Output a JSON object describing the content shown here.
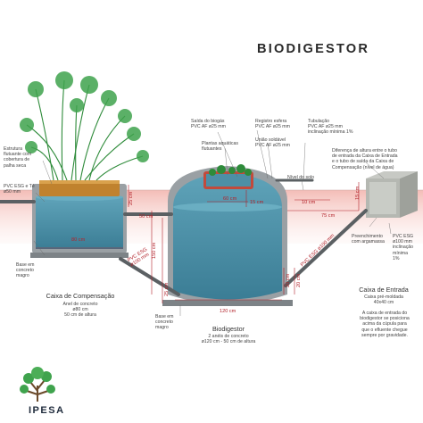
{
  "title": "BIODIGESTOR",
  "logo": {
    "text": "IPESA"
  },
  "left_tank": {
    "labels": {
      "estrutura": "Estrutura\nflutuante com\ncobertura de\npalha seca",
      "pvc_left": "PVC ESG e Tê\nø50 mm",
      "base": "Base em\nconcreto\nmagro"
    },
    "heading": "Caixa de Compensação",
    "sub": "Anel de concreto\nø80 cm\n50 cm de altura"
  },
  "center_tank": {
    "labels": {
      "saida": "Saída do biogás\nPVC AF ø25 mm",
      "registro": "Registro esfera\nPVC AF ø25 mm",
      "plantas": "Plantas aquáticas\nflutuantes",
      "uniao": "União soldável\nPVC AF ø25 mm",
      "tubulacao": "Tubulação\nPVC AF ø25 mm\ninclinação mínima 1%",
      "nivel": "Nível do solo",
      "base": "Base em\nconcreto\nmagro"
    },
    "heading": "Biodigestor",
    "sub": "2 anéis de concreto\nø120 cm - 50 cm de altura"
  },
  "right_box": {
    "labels": {
      "diferenca": "Diferença de altura entre o tubo\nde entrada da Caixa de Entrada\ne o tubo de saída da Caixa de\nCompensação (nível de água)",
      "preenchimento": "Preenchimento\ncom argamassa",
      "pvc_right": "PVC ESG\nø100 mm\ninclinação\nmínima\n1%"
    },
    "heading": "Caixa de Entrada",
    "sub": "Caixa pré-moldada\n40x40 cm",
    "desc": "A caixa de entrada do\nbiodigestor se posiciona\nacima da cúpula para\nque o efluente chegue\nsempre por gravidade."
  },
  "dimensions": {
    "d25_left": "25 cm",
    "d50": "50 cm",
    "d80": "80 cm",
    "d150": "150 cm",
    "pipe_diag_left": "PVC ESG\nø100 mm",
    "d60": "60 cm",
    "d15_center": "15 cm",
    "d25_center": "25 cm",
    "d10": "10 cm",
    "d75": "75 cm",
    "d15_right": "15 cm",
    "d20a": "20 cm",
    "d20b": "20 cm",
    "d120": "120 cm",
    "pipe_diag_right": "PVC ESG ø100 mm"
  },
  "colors": {
    "water": "#4d8fa6",
    "water_dark": "#2f6b82",
    "concrete": "#9aa0a4",
    "soil": "#f4c9c4",
    "dim_red": "#b2222a",
    "plant_green": "#2e8b3a"
  }
}
